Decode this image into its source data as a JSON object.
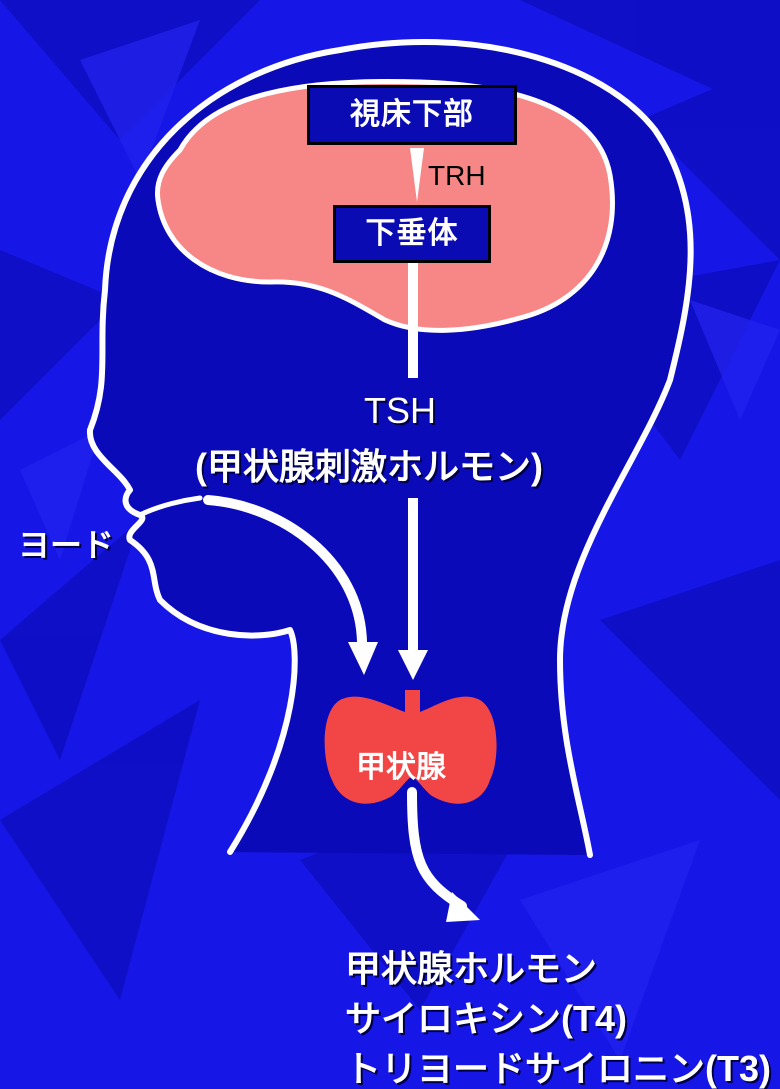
{
  "colors": {
    "background": "#1616e6",
    "brain": "#f78686",
    "thyroid": "#f24646",
    "outline": "#ffffff",
    "box_fill": "#0b0bb3",
    "box_border": "#000000"
  },
  "labels": {
    "hypothalamus": "視床下部",
    "trh": "TRH",
    "pituitary": "下垂体",
    "tsh": "TSH",
    "tsh_full": "(甲状腺刺激ホルモン)",
    "iodine": "ヨード",
    "thyroid": "甲状腺",
    "hormone_title": "甲状腺ホルモン",
    "thyroxine": "サイロキシン(T4)",
    "triiodothyronine": "トリヨードサイロニン(T3)"
  },
  "icons": {
    "head": "head-profile-icon",
    "brain": "brain-icon",
    "thyroid": "thyroid-gland-icon"
  }
}
